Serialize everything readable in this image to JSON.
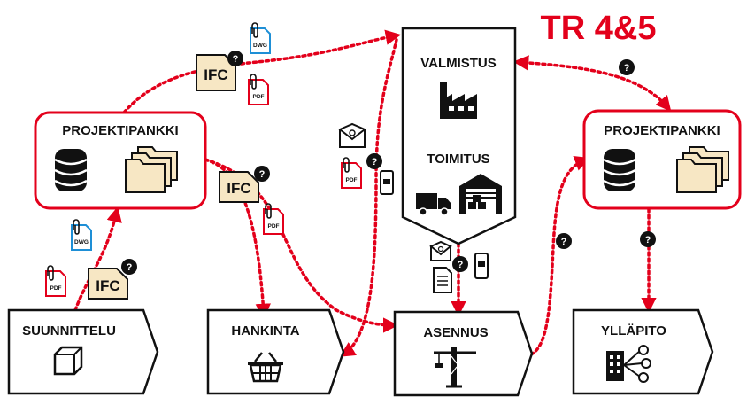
{
  "title": "TR 4&5",
  "colors": {
    "accent": "#e3001b",
    "ifc_fill": "#f7e7c4",
    "dwg_blue": "#1e8fd6"
  },
  "nodes": {
    "projektipankki_left": "PROJEKTIPANKKI",
    "projektipankki_right": "PROJEKTIPANKKI",
    "valmistus": "VALMISTUS",
    "toimitus": "TOIMITUS",
    "suunnittelu": "SUUNNITTELU",
    "hankinta": "HANKINTA",
    "asennus": "ASENNUS",
    "yllapito": "YLLÄPITO"
  },
  "file_labels": {
    "ifc": "IFC",
    "dwg": "DWG",
    "pdf": "PDF",
    "question": "?"
  },
  "icons": [
    "database-icon",
    "folder-icon",
    "factory-icon",
    "truck-icon",
    "warehouse-icon",
    "cube-icon",
    "basket-icon",
    "crane-icon",
    "building-network-icon",
    "email-icon",
    "phone-icon",
    "document-icon",
    "paperclip-icon"
  ]
}
